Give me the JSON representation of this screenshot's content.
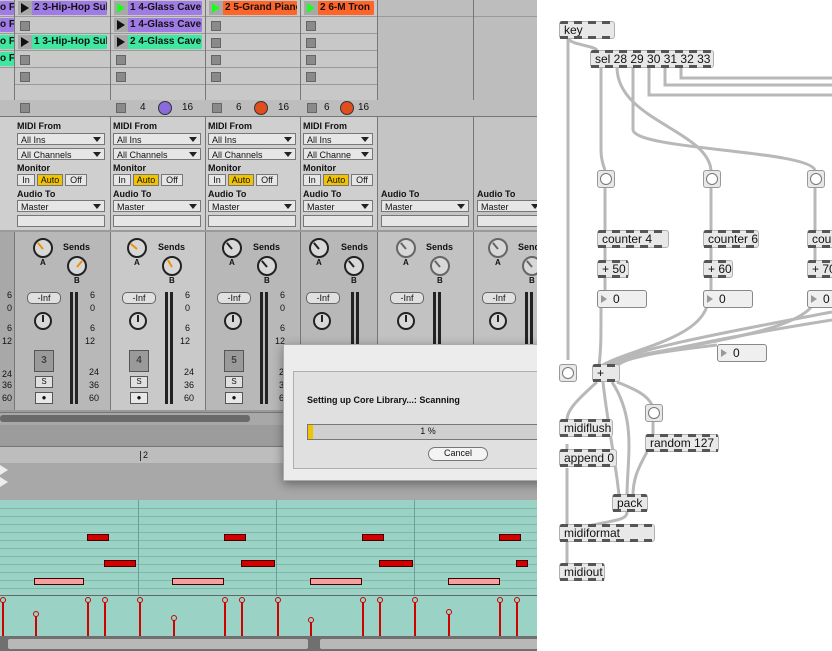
{
  "clips": {
    "col1": [
      "2 3-Hip-Hop Sub",
      "",
      "1 3-Hip-Hop Sub",
      ""
    ],
    "col2": [
      "1 4-Glass Cave",
      "1 4-Glass Cave",
      "2 4-Glass Cave",
      ""
    ],
    "col3": [
      "2 5-Grand Piano"
    ],
    "col4": [
      "2 6-M Tron"
    ],
    "col0": [
      "o F",
      "o F",
      "o F",
      "o F"
    ],
    "colors": {
      "purple": "#a07be6",
      "green": "#3ee8a0",
      "orange": "#ff6428",
      "track_gray": "#c8c8c8"
    }
  },
  "track_header": {
    "t2": {
      "a": "4",
      "b": "16"
    },
    "t3": {
      "a": "6",
      "b": "16"
    },
    "t4": {
      "a": "6",
      "b": "16"
    }
  },
  "io": {
    "midi_from": "MIDI From",
    "all_ins": "All Ins",
    "all_channels": "All Channels",
    "all_channels_short": "All Channe",
    "monitor": "Monitor",
    "in": "In",
    "auto": "Auto",
    "off": "Off",
    "audio_to": "Audio To",
    "master": "Master"
  },
  "mixer": {
    "sends": "Sends",
    "knob_a": "A",
    "knob_b": "B",
    "inf": "-Inf",
    "scale": [
      "6",
      "0",
      "6",
      "12",
      "24",
      "36",
      "60"
    ],
    "scale_right": [
      "6",
      "0",
      "6",
      "12",
      "24",
      "36",
      "60"
    ],
    "track_numbers": [
      "3",
      "4",
      "5"
    ],
    "solo": "S"
  },
  "ruler": {
    "bar2": "2"
  },
  "dialog": {
    "status": "Setting up Core Library...: Scanning",
    "progress_label": "1 %",
    "progress": 0.01,
    "cancel": "Cancel"
  },
  "max": {
    "key": "key",
    "sel": "sel 28 29 30 31 32 33",
    "counter4": "counter 4",
    "counter6": "counter 6",
    "counter_cut": "cou",
    "plus50": "+ 50",
    "plus60": "+ 60",
    "plus70": "+ 70",
    "num0": "0",
    "plus": "+",
    "midiflush": "midiflush",
    "append": "append 0",
    "random": "random 127",
    "pack": "pack",
    "midiformat": "midiformat",
    "midiout": "midiout"
  }
}
